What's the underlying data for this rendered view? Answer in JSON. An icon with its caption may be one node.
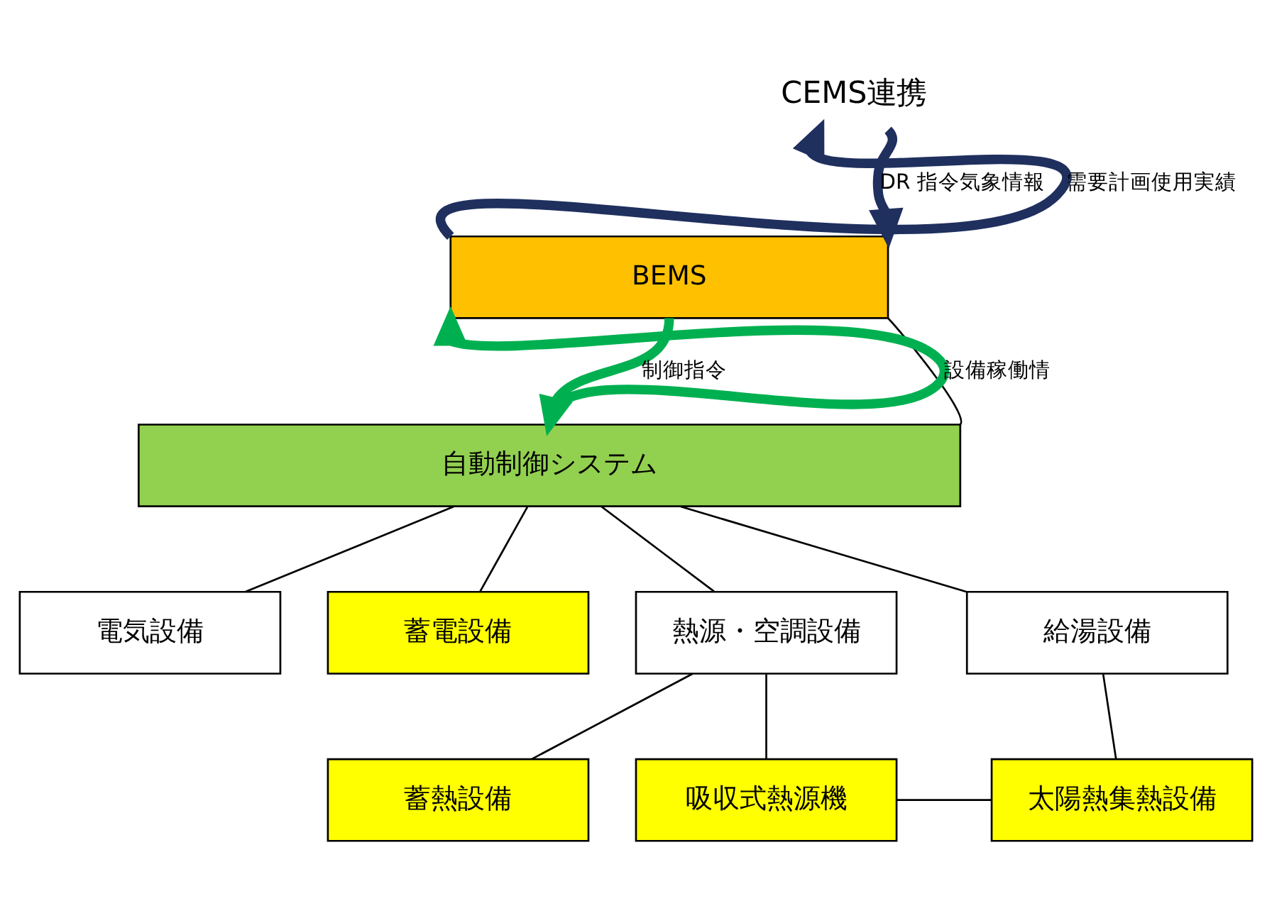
{
  "diagram": {
    "nodes": [
      {
        "text": [
          "CEMS連携"
        ]
      },
      {
        "text": [
          "BEMS"
        ]
      },
      {
        "text": [
          "自動制御システム"
        ]
      },
      {
        "text": [
          "電気設備"
        ]
      },
      {
        "text": [
          "蓄電設備"
        ]
      },
      {
        "text": [
          "熱源・空調設備"
        ]
      },
      {
        "text": [
          "給湯設備"
        ]
      },
      {
        "text": [
          "蓄熱設備"
        ]
      },
      {
        "text": [
          "吸収式熱源機"
        ]
      },
      {
        "text": [
          "太陽熱集熱設備"
        ]
      }
    ],
    "edges": [
      {
        "from": 1,
        "to": 0,
        "arrow": "to",
        "label": "需要計画使用実績",
        "style": "thick",
        "color": "#1f2f5e"
      },
      {
        "from": 0,
        "to": 1,
        "arrow": "to",
        "label": "DR 指令気象情報",
        "style": "thick",
        "color": "#1f2f5e"
      },
      {
        "from": 2,
        "to": 1,
        "arrow": "to",
        "label": "設備稼働情",
        "style": "thick",
        "color": "#00b050"
      },
      {
        "from": 1,
        "to": 2,
        "arrow": "to",
        "label": "制御指令",
        "style": "thick",
        "color": "#00b050"
      },
      {
        "from": 1,
        "to": 2,
        "arrow": "none"
      },
      {
        "from": 2,
        "to": 3,
        "arrow": "none"
      },
      {
        "from": 2,
        "to": 4,
        "arrow": "none"
      },
      {
        "from": 2,
        "to": 5,
        "arrow": "none"
      },
      {
        "from": 2,
        "to": 6,
        "arrow": "none"
      },
      {
        "from": 5,
        "to": 7,
        "arrow": "none"
      },
      {
        "from": 5,
        "to": 8,
        "arrow": "none"
      },
      {
        "from": 6,
        "to": 9,
        "arrow": "none"
      },
      {
        "from": 8,
        "to": 9,
        "arrow": "none"
      }
    ]
  }
}
